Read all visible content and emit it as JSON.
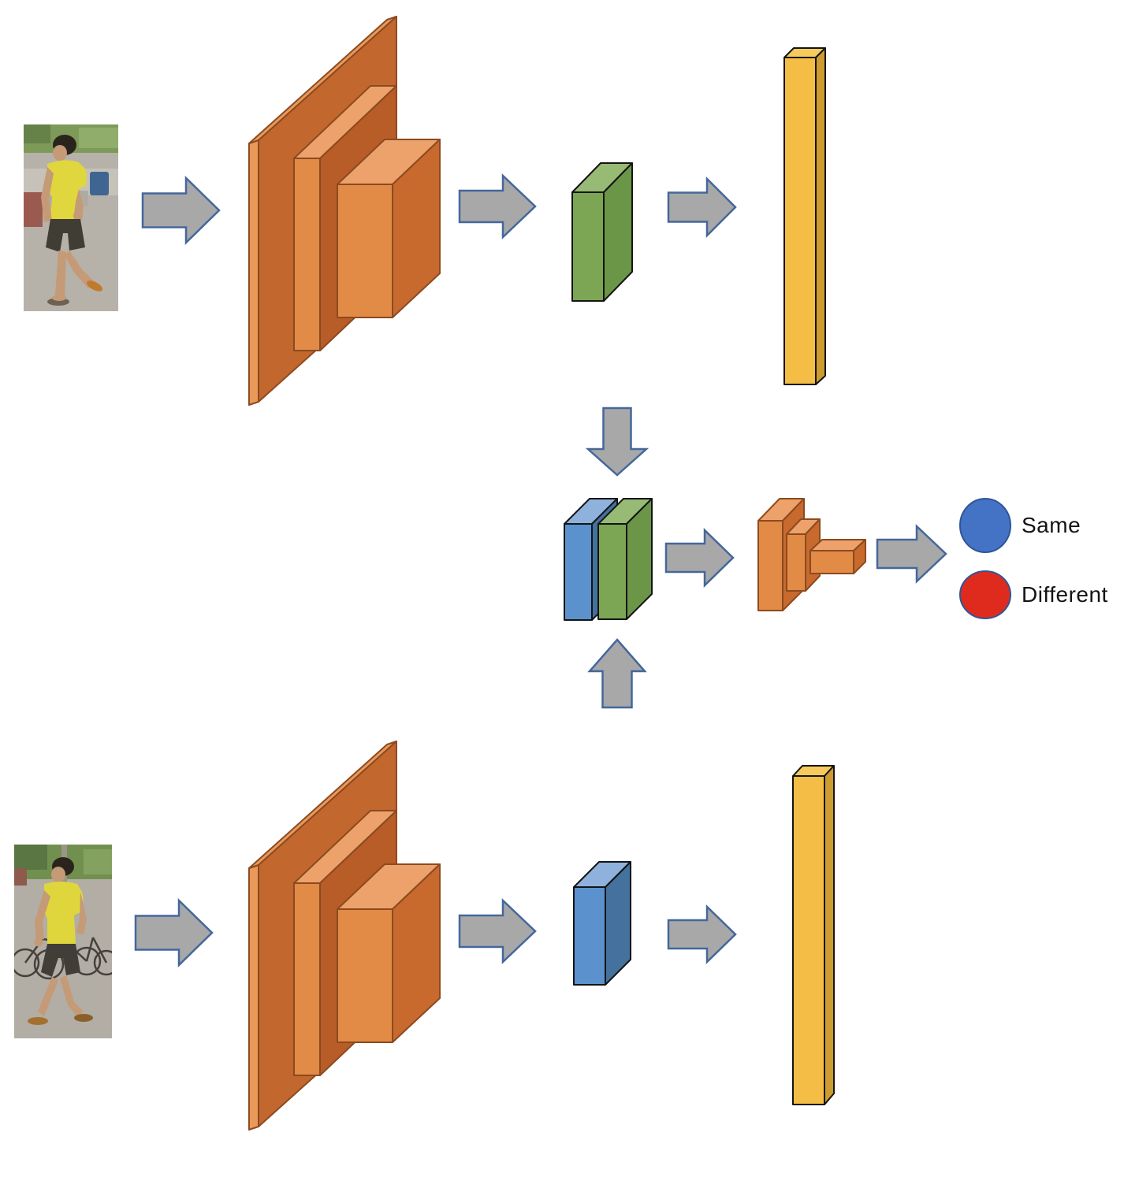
{
  "outputs": {
    "same_label": "Same",
    "different_label": "Different"
  },
  "colors": {
    "arrow_fill": "#A8A8A8",
    "arrow_stroke": "#44679C",
    "orange_strip": "#E9995A",
    "orange_plate": "#C2672E",
    "orange_top": "#ECA26A",
    "orange_front": "#E18B46",
    "orange_side": "#C8692E",
    "orange_darkside": "#B85C28",
    "orange_stroke": "#8C4A1F",
    "green_front": "#7CA654",
    "green_top": "#97BA74",
    "green_side": "#6B9648",
    "blue_front": "#5B92CD",
    "blue_top": "#8FB2DD",
    "blue_side": "#44719E",
    "yellow_front": "#F4BD45",
    "yellow_top": "#F6CB5B",
    "yellow_side": "#CC9C30",
    "block_stroke": "#141414",
    "same_fill": "#4472C4",
    "different_fill": "#DF2B1E",
    "circle_stroke": "#2F5597",
    "text_color": "#141414"
  },
  "icons": {
    "flow": "right-arrow",
    "merge_top": "down-arrow",
    "merge_bottom": "up-arrow"
  }
}
